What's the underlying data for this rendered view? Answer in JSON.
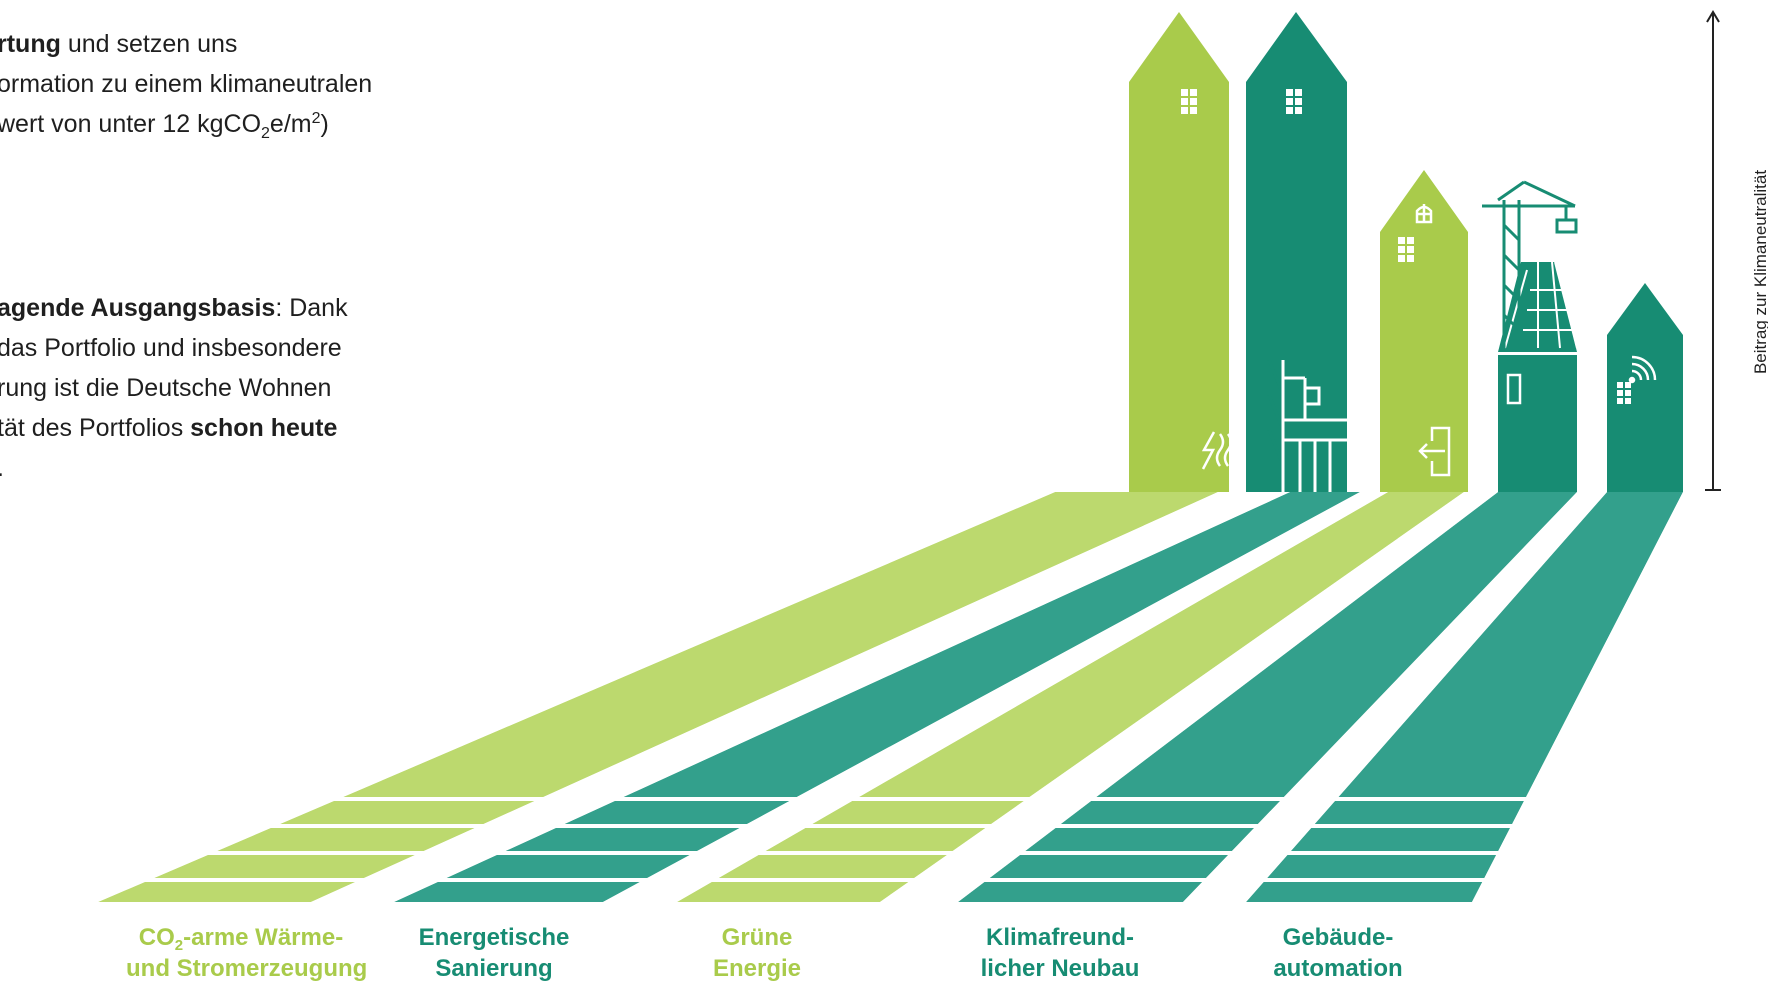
{
  "text": {
    "para1": {
      "l1_bold": "rtung",
      "l1_rest": " und setzen uns",
      "l2": "ormation zu einem klimaneutralen",
      "l3_a": "wert von unter 12 kgCO",
      "l3_sub": "2",
      "l3_b": "e/m",
      "l3_sup": "2",
      "l3_c": ")"
    },
    "para2": {
      "l1_bold": "agende Ausgangsbasis",
      "l1_rest": ": Dank",
      "l2": "das Portfolio und insbesondere",
      "l3": "rung ist die Deutsche Wohnen",
      "l4_a": "tät des Portfolios ",
      "l4_bold": "schon heute",
      "l5": "."
    }
  },
  "axis": {
    "label": "Beitrag zur Klimaneutralität"
  },
  "categories": [
    {
      "line1_a": "CO",
      "line1_sub": "2",
      "line1_b": "-arme Wärme-",
      "line2": "und Stromerzeugung",
      "color": "light"
    },
    {
      "line1": "Energetische",
      "line2": "Sanierung",
      "color": "dark"
    },
    {
      "line1": "Grüne",
      "line2": "Energie",
      "color": "light"
    },
    {
      "line1": "Klimafreund-",
      "line2": "licher Neubau",
      "color": "dark"
    },
    {
      "line1": "Gebäude-",
      "line2": "automation",
      "color": "dark"
    }
  ],
  "colors": {
    "light_green": "#a9cb4b",
    "light_green_road": "#bcd96e",
    "dark_green": "#178c73",
    "dark_green_road": "#33a08c",
    "white": "#ffffff"
  },
  "icons": [
    "lightning-heat-icon",
    "scaffold-icon",
    "entrance-icon",
    "crane-icon",
    "solar-roof-icon",
    "wifi-icon",
    "window-icon",
    "arrow-up-icon"
  ]
}
